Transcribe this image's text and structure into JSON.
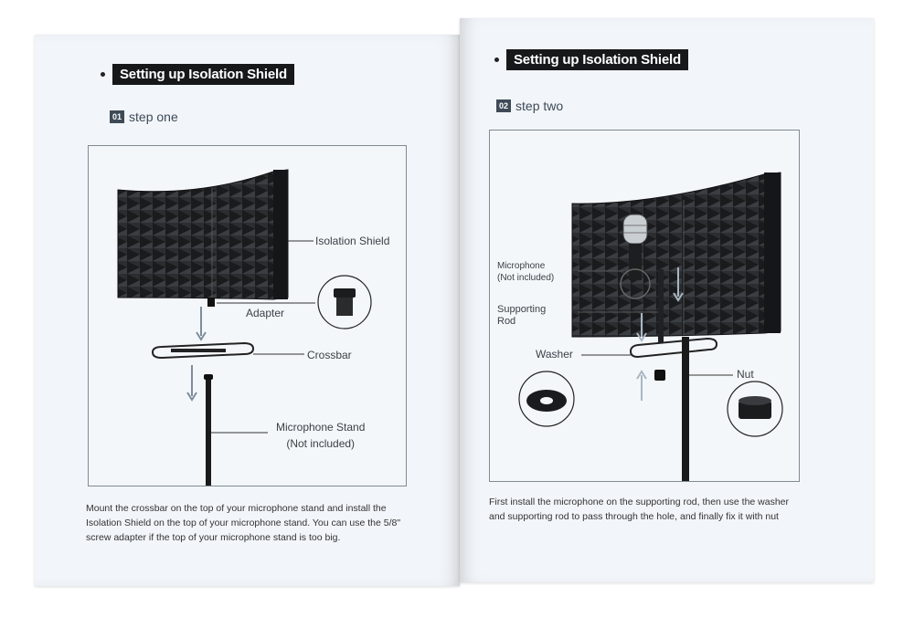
{
  "left_page": {
    "heading": "Setting up Isolation Shield",
    "step_number": "01",
    "step_label": "step one",
    "labels": {
      "isolation_shield": "Isolation Shield",
      "adapter": "Adapter",
      "crossbar": "Crossbar",
      "mic_stand_line1": "Microphone Stand",
      "mic_stand_line2": "(Not included)"
    },
    "description": "Mount the crossbar on the top of your microphone stand and install the Isolation Shield on the top of your microphone stand. You can use the 5/8\" screw adapter if the top of your microphone stand is too big."
  },
  "right_page": {
    "heading": "Setting up Isolation Shield",
    "step_number": "02",
    "step_label": "step two",
    "labels": {
      "microphone_line1": "Microphone",
      "microphone_line2": "(Not included)",
      "supporting_rod_line1": "Supporting",
      "supporting_rod_line2": "Rod",
      "washer": "Washer",
      "nut": "Nut"
    },
    "description": "First install the microphone on the supporting rod, then use the washer and supporting rod to pass through the hole, and finally fix it with nut"
  }
}
